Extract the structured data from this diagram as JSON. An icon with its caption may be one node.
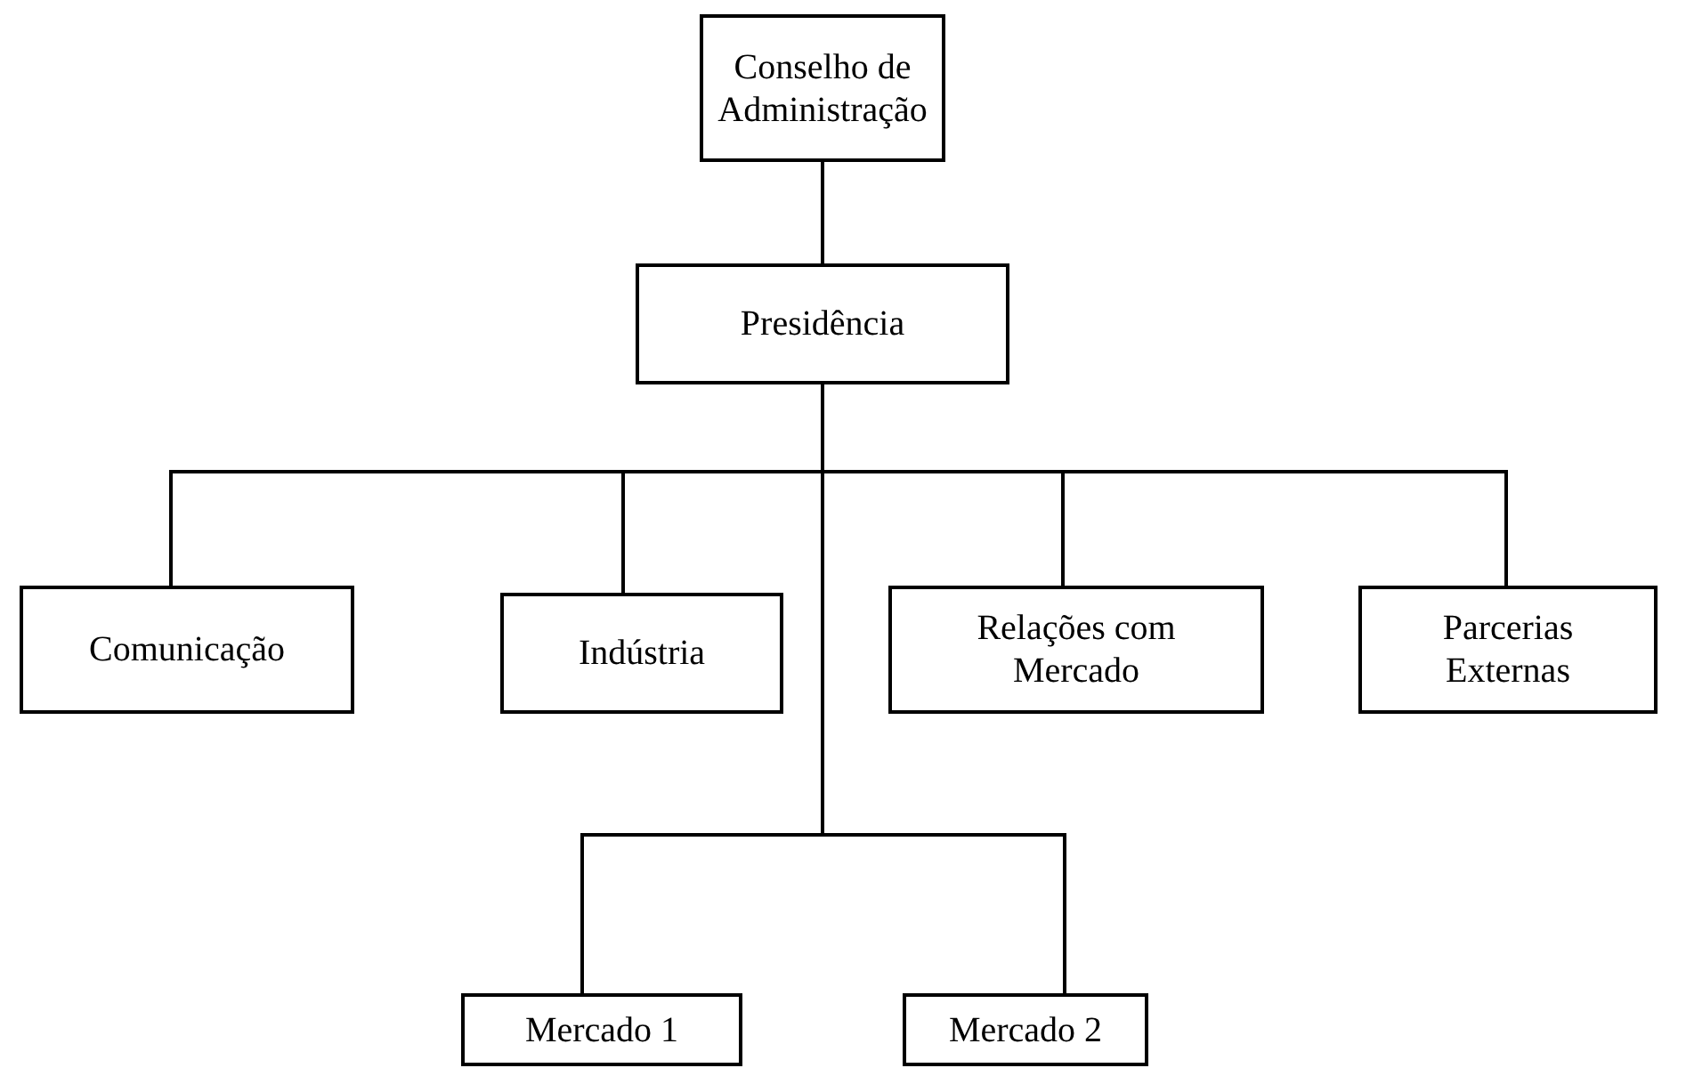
{
  "diagram": {
    "nodes": [
      {
        "text": [
          "Conselho de Administração"
        ]
      },
      {
        "text": [
          "Presidência"
        ]
      },
      {
        "text": [
          "Comunicação"
        ]
      },
      {
        "text": [
          "Indústria"
        ]
      },
      {
        "text": [
          "Relações com Mercado"
        ]
      },
      {
        "text": [
          "Parcerias Externas"
        ]
      },
      {
        "text": [
          "Mercado 1"
        ]
      },
      {
        "text": [
          "Mercado 2"
        ]
      }
    ],
    "edges": [
      {
        "from": 0,
        "to": 1,
        "arrow": "none"
      },
      {
        "from": 1,
        "to": 2,
        "arrow": "none"
      },
      {
        "from": 1,
        "to": 3,
        "arrow": "none"
      },
      {
        "from": 1,
        "to": 4,
        "arrow": "none"
      },
      {
        "from": 1,
        "to": 5,
        "arrow": "none"
      },
      {
        "from": 1,
        "to": 6,
        "arrow": "none"
      },
      {
        "from": 1,
        "to": 7,
        "arrow": "none"
      }
    ]
  }
}
